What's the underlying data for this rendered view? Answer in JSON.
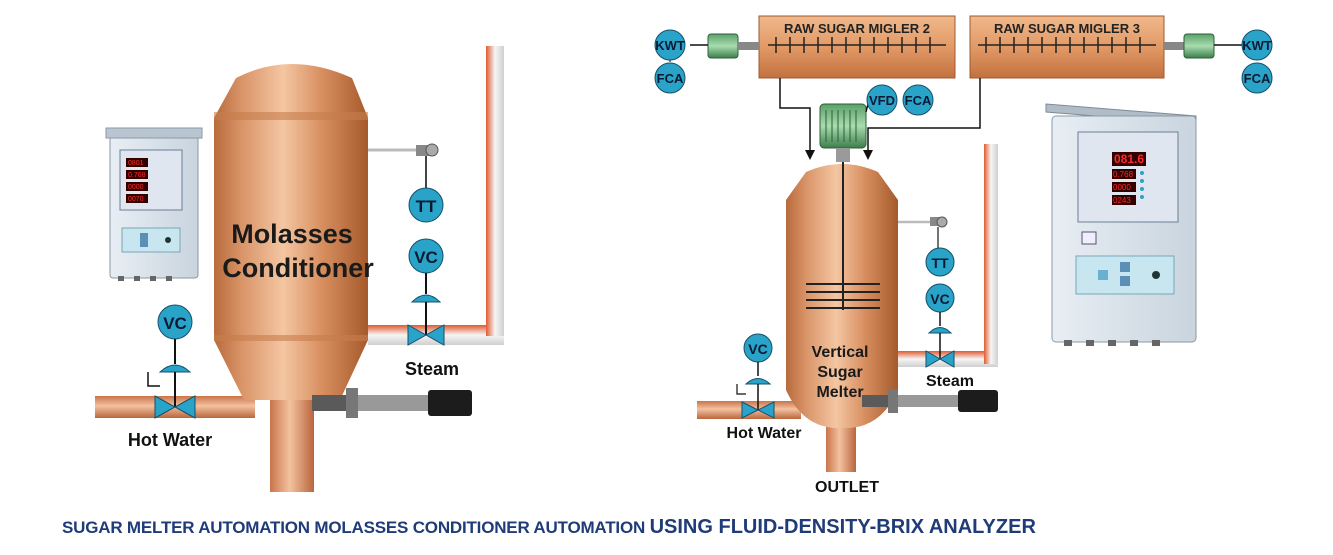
{
  "left": {
    "vessel_label_line1": "Molasses",
    "vessel_label_line2": "Conditioner",
    "tt": "TT",
    "vc_steam": "VC",
    "vc_water": "VC",
    "steam": "Steam",
    "hot_water": "Hot Water",
    "panel_display": [
      "0801",
      "0.768",
      "0000",
      "0070"
    ]
  },
  "right": {
    "migler2": "RAW SUGAR MIGLER 2",
    "migler3": "RAW SUGAR MIGLER 3",
    "kwt_left": "KWT",
    "fca_left": "FCA",
    "kwt_right": "KWT",
    "fca_right": "FCA",
    "vfd": "VFD",
    "fca_motor": "FCA",
    "tt": "TT",
    "vc_steam": "VC",
    "vc_water": "VC",
    "vessel_line1": "Vertical",
    "vessel_line2": "Sugar",
    "vessel_line3": "Melter",
    "steam": "Steam",
    "hot_water": "Hot Water",
    "outlet": "OUTLET",
    "panel_display": [
      "081.6",
      "0.768",
      "0000",
      "0243"
    ]
  },
  "caption": {
    "part1": "SUGAR MELTER AUTOMATION MOLASSES CONDITIONER AUTOMATION ",
    "part2": "USING FLUID-DENSITY-BRIX ANALYZER"
  },
  "colors": {
    "vessel": "#d9915f",
    "pipe": "#d98a5c",
    "instrument": "#2aa3c9",
    "caption": "#1f3b78",
    "display": "#ff2a2a"
  }
}
